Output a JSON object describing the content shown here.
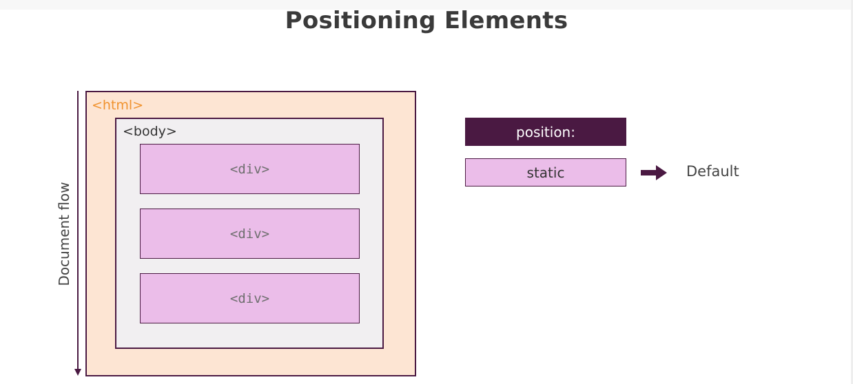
{
  "title": "Positioning Elements",
  "flow": {
    "label": "Document flow",
    "icon": "down-arrow-icon"
  },
  "diagram": {
    "html_label": "<html>",
    "body_label": "<body>",
    "divs": [
      "<div>",
      "<div>",
      "<div>"
    ]
  },
  "legend": {
    "position_label": "position:",
    "static_label": "static",
    "arrow_icon": "right-arrow-icon",
    "default_label": "Default"
  },
  "colors": {
    "accent": "#4a1942",
    "html_fill": "#fde5d3",
    "html_label": "#f0922e",
    "body_fill": "#f1eff1",
    "div_fill": "#ebbde9"
  }
}
